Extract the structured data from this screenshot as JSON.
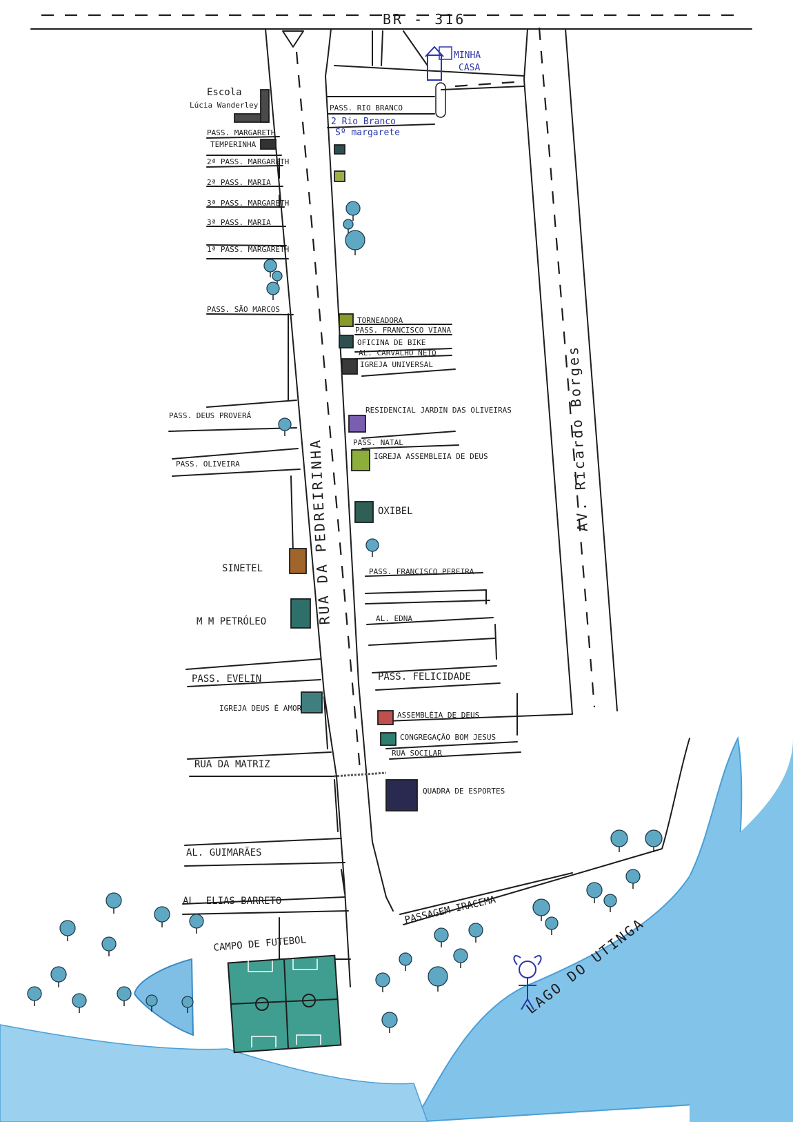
{
  "colors": {
    "water": "#7fbfe6",
    "water_dark": "#4a9fd6",
    "tree": "#5fa8c4",
    "field": "#3f9e8f",
    "ink": "#1d1d1d",
    "blue_ink": "#2b35a8"
  },
  "highway": {
    "label": "BR - 316"
  },
  "home": {
    "label_1": "MINHA",
    "label_2": "CASA"
  },
  "school": {
    "label_1": "Escola",
    "label_2": "Lúcia Wanderley"
  },
  "handwritten_note": {
    "line_1": "2 Rio Branco",
    "line_2": "Sº margarete"
  },
  "main_street": {
    "label": "RUA DA PEDREIRINHA"
  },
  "avenue": {
    "label": "AV. Ricardo Borges"
  },
  "lake": {
    "label": "LAGO DO UTINGA"
  },
  "field": {
    "label": "CAMPO DE FUTEBOL"
  },
  "left_streets": [
    {
      "name": "PASS. MARGARETH"
    },
    {
      "name": "TEMPERINHA"
    },
    {
      "name": "2ª PASS. MARGARETH"
    },
    {
      "name": "2ª PASS. MARIA"
    },
    {
      "name": "3ª PASS. MARGARETH"
    },
    {
      "name": "3ª PASS. MARIA"
    },
    {
      "name": "1ª PASS. MARGARETH"
    },
    {
      "name": "PASS. SÃO MARCOS"
    },
    {
      "name": "PASS. DEUS PROVERÁ"
    },
    {
      "name": "PASS. OLIVEIRA"
    },
    {
      "name": "PASS. EVELIN"
    },
    {
      "name": "RUA DA MATRIZ"
    },
    {
      "name": "AL. GUIMARÃES"
    },
    {
      "name": "AL. ELIAS BARRETO"
    }
  ],
  "right_streets": [
    {
      "name": "PASS. RIO BRANCO"
    },
    {
      "name": "PASS. FRANCISCO VIANA"
    },
    {
      "name": "AL. CARVALHO NETO"
    },
    {
      "name": "PASS. NATAL"
    },
    {
      "name": "PASS. FRANCISCO PEREIRA"
    },
    {
      "name": "AL. EDNA"
    },
    {
      "name": "PASS. FELICIDADE"
    },
    {
      "name": "RUA SOCILAR"
    },
    {
      "name": "PASSAGEM IRACEMA"
    }
  ],
  "landmarks": [
    {
      "name": "TORNEADORA",
      "color": "#8a9a2a"
    },
    {
      "name": "OFICINA DE BIKE",
      "color": "#2f4f4f"
    },
    {
      "name": "IGREJA UNIVERSAL",
      "color": "#3a3a3a"
    },
    {
      "name": "RESIDENCIAL JARDIN DAS OLIVEIRAS",
      "color": "#7a5fb0"
    },
    {
      "name": "IGREJA ASSEMBLEIA DE DEUS",
      "color": "#8cae3a"
    },
    {
      "name": "OXIBEL",
      "color": "#2f5f55"
    },
    {
      "name": "SINETEL",
      "color": "#a0652a"
    },
    {
      "name": "M M PETRÓLEO",
      "color": "#2f6f6a"
    },
    {
      "name": "IGREJA DEUS É AMOR",
      "color": "#3f7f80"
    },
    {
      "name": "ASSEMBLÉIA DE DEUS",
      "color": "#c0504d"
    },
    {
      "name": "CONGREGAÇÃO BOM JESUS",
      "color": "#2f7f70"
    },
    {
      "name": "QUADRA DE ESPORTES",
      "color": "#2a2a50"
    }
  ]
}
